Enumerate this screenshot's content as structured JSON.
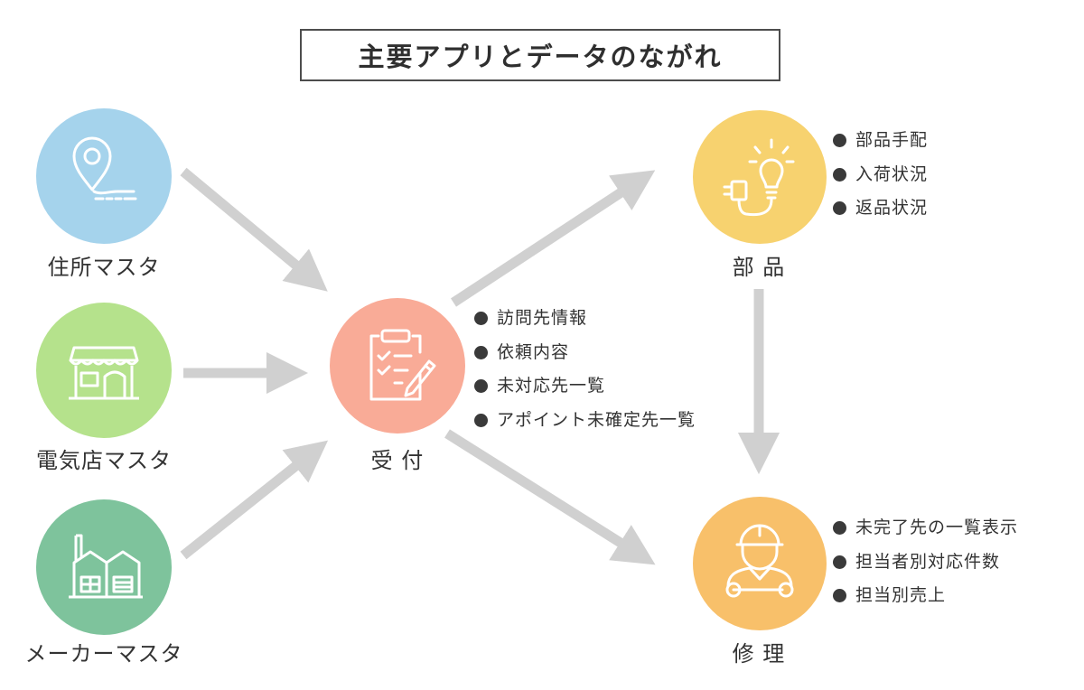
{
  "title": "主要アプリとデータのながれ",
  "colors": {
    "address": "#a5d3ec",
    "store": "#b5e28c",
    "maker": "#7ec39c",
    "reception": "#f9ab97",
    "parts": "#f7d26f",
    "repair": "#f8c06a",
    "arrow": "#d0d0d0",
    "icon_stroke": "#ffffff"
  },
  "nodes": {
    "address": {
      "label": "住所マスタ",
      "icon": "map-pin-icon"
    },
    "store": {
      "label": "電気店マスタ",
      "icon": "storefront-icon"
    },
    "maker": {
      "label": "メーカーマスタ",
      "icon": "factory-icon"
    },
    "reception": {
      "label": "受 付",
      "icon": "clipboard-checklist-icon",
      "items": [
        "訪問先情報",
        "依頼内容",
        "未対応先一覧",
        "アポイント未確定先一覧"
      ]
    },
    "parts": {
      "label": "部 品",
      "icon": "lightbulb-plug-icon",
      "items": [
        "部品手配",
        "入荷状況",
        "返品状況"
      ]
    },
    "repair": {
      "label": "修 理",
      "icon": "worker-wrench-icon",
      "items": [
        "未完了先の一覧表示",
        "担当者別対応件数",
        "担当別売上"
      ]
    }
  }
}
